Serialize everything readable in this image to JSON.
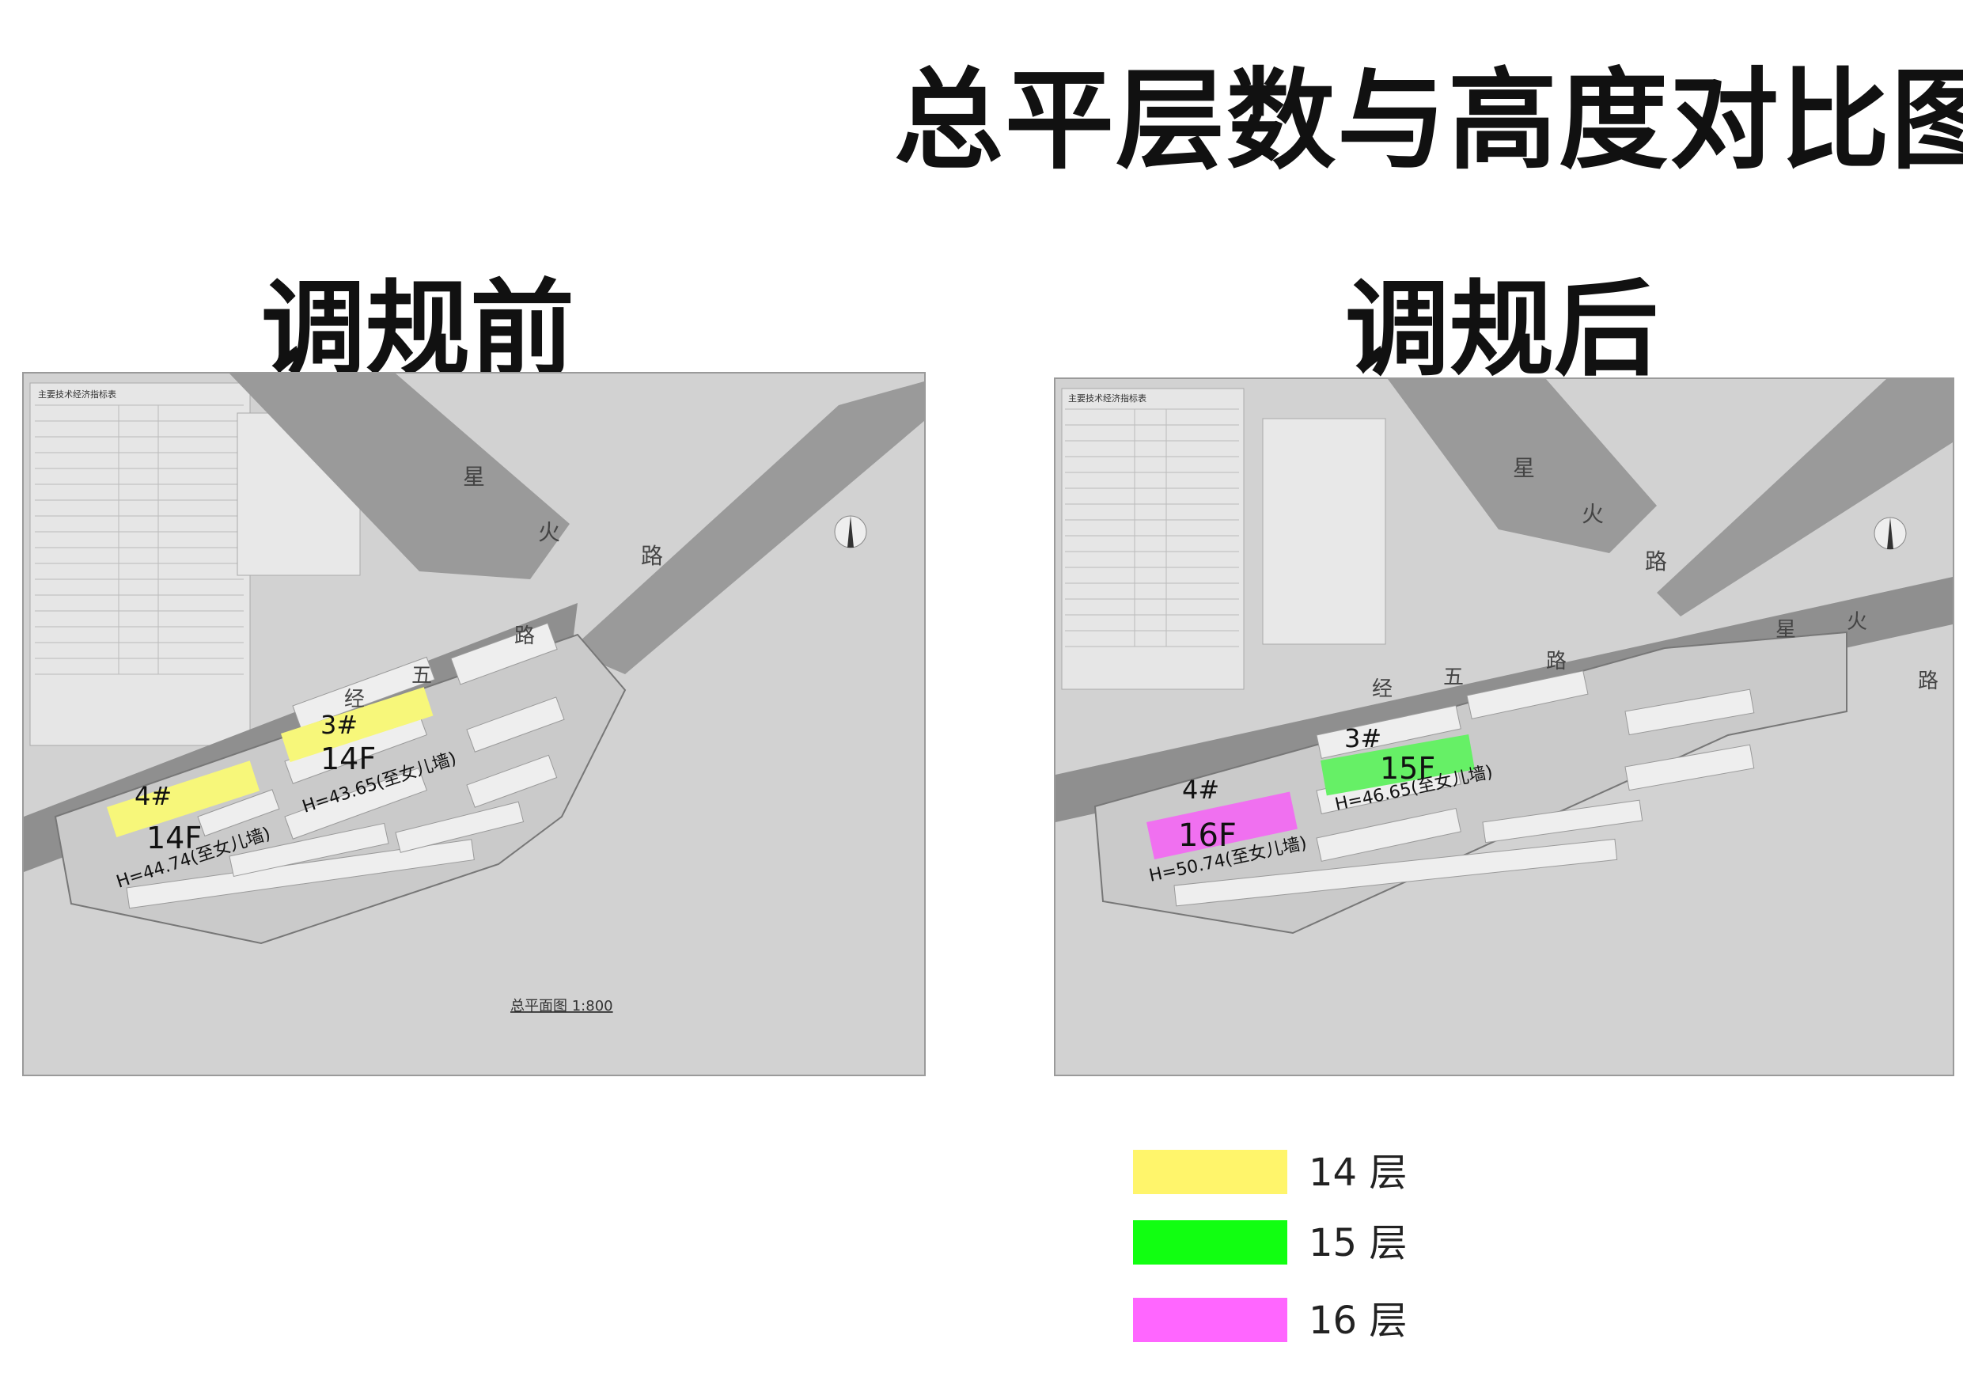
{
  "title": "总平层数与高度对比图",
  "before": {
    "label": "调规前",
    "road_labels": {
      "xinghuo": [
        "星",
        "火",
        "路"
      ],
      "jingwu": [
        "经",
        "五",
        "路"
      ]
    },
    "plan_caption": "总平面图 1:800",
    "table_title": "主要技术经济指标表",
    "buildings": [
      {
        "id": "3#",
        "floors": "14F",
        "height_text": "H=43.65(至女儿墙)",
        "color": "#f7f77a"
      },
      {
        "id": "4#",
        "floors": "14F",
        "height_text": "H=44.74(至女儿墙)",
        "color": "#f7f77a"
      }
    ]
  },
  "after": {
    "label": "调规后",
    "road_labels": {
      "xinghuo": [
        "星",
        "火",
        "路"
      ],
      "xinghuo2": [
        "星",
        "火",
        "路"
      ],
      "jingwu": [
        "经",
        "五",
        "路"
      ]
    },
    "table_title": "主要技术经济指标表",
    "buildings": [
      {
        "id": "3#",
        "floors": "15F",
        "height_text": "H=46.65(至女儿墙)",
        "color": "#66f066"
      },
      {
        "id": "4#",
        "floors": "16F",
        "height_text": "H=50.74(至女儿墙)",
        "color": "#f070f0"
      }
    ]
  },
  "legend": [
    {
      "label": "14 层",
      "color": "#fff56b"
    },
    {
      "label": "15 层",
      "color": "#11ff11"
    },
    {
      "label": "16 层",
      "color": "#ff66ff"
    }
  ]
}
